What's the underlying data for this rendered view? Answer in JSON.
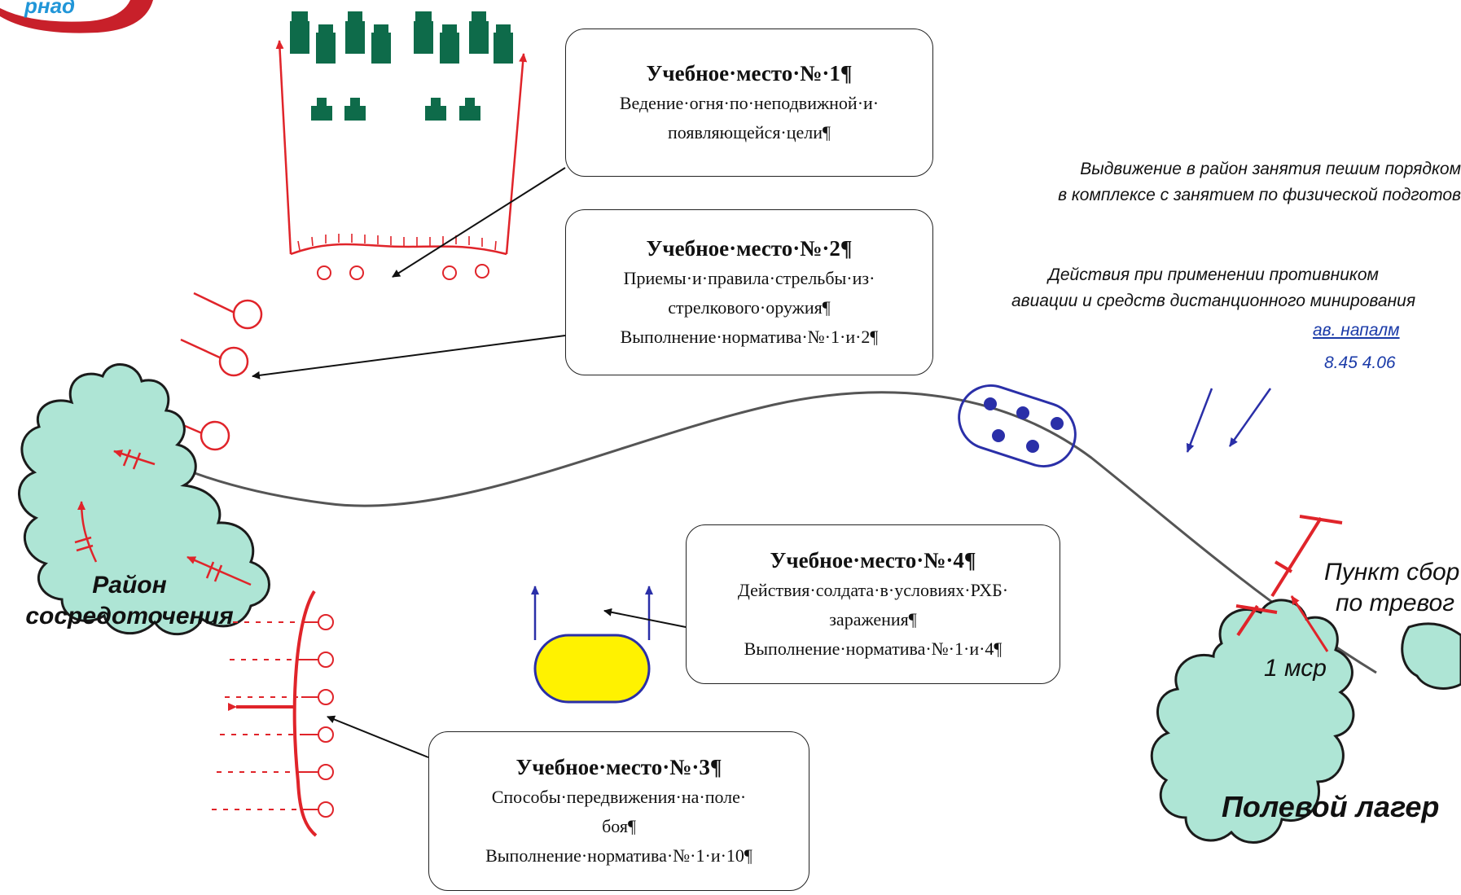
{
  "posts": [
    {
      "title": "Учебное·место·№·1¶",
      "lines": [
        "Ведение·огня·по·неподвижной·и·",
        "появляющейся·цели¶"
      ]
    },
    {
      "title": "Учебное·место·№·2¶",
      "lines": [
        "Приемы·и·правила·стрельбы·из·",
        "стрелкового·оружия¶",
        "Выполнение·норматива·№·1·и·2¶"
      ]
    },
    {
      "title": "Учебное·место·№·3¶",
      "lines": [
        "Способы·передвижения·на·поле·",
        "боя¶",
        "Выполнение·норматива·№·1·и·10¶"
      ]
    },
    {
      "title": "Учебное·место·№·4¶",
      "lines": [
        "Действия·солдата·в·условиях·РХБ·",
        "заражения¶",
        "Выполнение·норматива·№·1·и·4¶"
      ]
    }
  ],
  "notes": {
    "movement": [
      "Выдвижение в район занятия пешим порядком",
      "в комплексе с занятием по физической подготов"
    ],
    "air_actions": [
      "Действия при применении противником",
      "авиации и средств дистанционного минирования"
    ],
    "napalm": "ав. напалм",
    "time": "8.45 4.06"
  },
  "places": {
    "concentration": [
      "Район",
      "сосредоточения"
    ],
    "field_camp": "Полевой лагер",
    "alarm_point": [
      "Пункт сбор",
      "по тревог"
    ],
    "unit": "1 мср"
  },
  "colors": {
    "red": "#e0242a",
    "green": "#0e6b4a",
    "blue": "#2a2fa8",
    "yellow": "#fff200",
    "bush": "#aee5d5"
  }
}
